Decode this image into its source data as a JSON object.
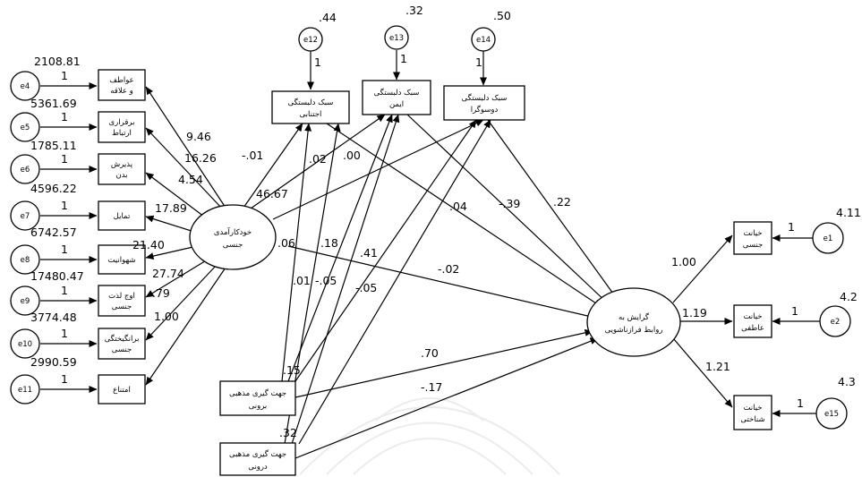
{
  "latent": {
    "sexual_self_efficacy": [
      "خودکارآمدی",
      "جنسی"
    ],
    "extramarital": [
      "گرایش به",
      "روابط فرازناشویی"
    ]
  },
  "indicators": [
    {
      "err": "e4",
      "text": [
        "عواطف",
        "و علاقه"
      ],
      "var": "2108.81",
      "one": "1",
      "path": "9.46"
    },
    {
      "err": "e5",
      "text": [
        "برقراری",
        "ارتباط"
      ],
      "var": "5361.69",
      "one": "1",
      "path": "16.26"
    },
    {
      "err": "e6",
      "text": [
        "پذیرش",
        "بدن"
      ],
      "var": "1785.11",
      "one": "1",
      "path": "4.54"
    },
    {
      "err": "e7",
      "text": [
        "تمایل"
      ],
      "var": "4596.22",
      "one": "1",
      "path": "17.89"
    },
    {
      "err": "e8",
      "text": [
        "شهوانیت"
      ],
      "var": "6742.57",
      "one": "1",
      "path": "21.40"
    },
    {
      "err": "e9",
      "text": [
        "اوج لذت",
        "جنسی"
      ],
      "var": "17480.47",
      "one": "1",
      "path": "27.74"
    },
    {
      "err": "e10",
      "text": [
        "برانگیختگی",
        "جنسی"
      ],
      "var": "3774.48",
      "one": "1",
      "path": ".79"
    },
    {
      "err": "e11",
      "text": [
        "امتناع"
      ],
      "var": "2990.59",
      "one": "1",
      "path": "1.00"
    }
  ],
  "attachment": [
    {
      "err": "e12",
      "text": [
        "سبک دلبستگی",
        "اجتنابی"
      ],
      "r2": ".44",
      "one": "1"
    },
    {
      "err": "e13",
      "text": [
        "سبک دلبستگی",
        "ایمن"
      ],
      "r2": ".32",
      "one": "1"
    },
    {
      "err": "e14",
      "text": [
        "سبک دلبستگی",
        "دوسوگرا"
      ],
      "r2": ".50",
      "one": "1"
    }
  ],
  "religious": [
    {
      "text": [
        "جهت گیری مذهبی",
        "برونی"
      ]
    },
    {
      "text": [
        "جهت گیری مذهبی",
        "درونی"
      ]
    }
  ],
  "infidelity": [
    {
      "err": "e1",
      "text": [
        "خیانت",
        "جنسی"
      ],
      "var": "4.11",
      "one": "1",
      "path": "1.00"
    },
    {
      "err": "e2",
      "text": [
        "خیانت",
        "عاطفی"
      ],
      "var": "4.2",
      "one": "1",
      "path": "1.19"
    },
    {
      "err": "e15",
      "text": [
        "خیانت",
        "شناختی"
      ],
      "var": "4.3",
      "one": "1",
      "path": "1.21"
    }
  ],
  "coefficients": {
    "sse_to_avoid": "-.01",
    "sse_to_secure": ".02",
    "sse_to_ambiv": ".00",
    "sse_to_ext": "-.02",
    "sse_46": "46.67",
    "sse_06": ".06",
    "avoid_to_ext": ".04",
    "secure_to_ext": "-.39",
    "ambiv_to_ext": ".22",
    "ext_rel_to_ext": ".70",
    "int_rel_to_ext": "-.17",
    "c_18": ".18",
    "c_41": ".41",
    "c_01": ".01",
    "c_05a": "-.05",
    "c_05b": "-.05",
    "c_15": ".15",
    "c_32": ".32"
  }
}
